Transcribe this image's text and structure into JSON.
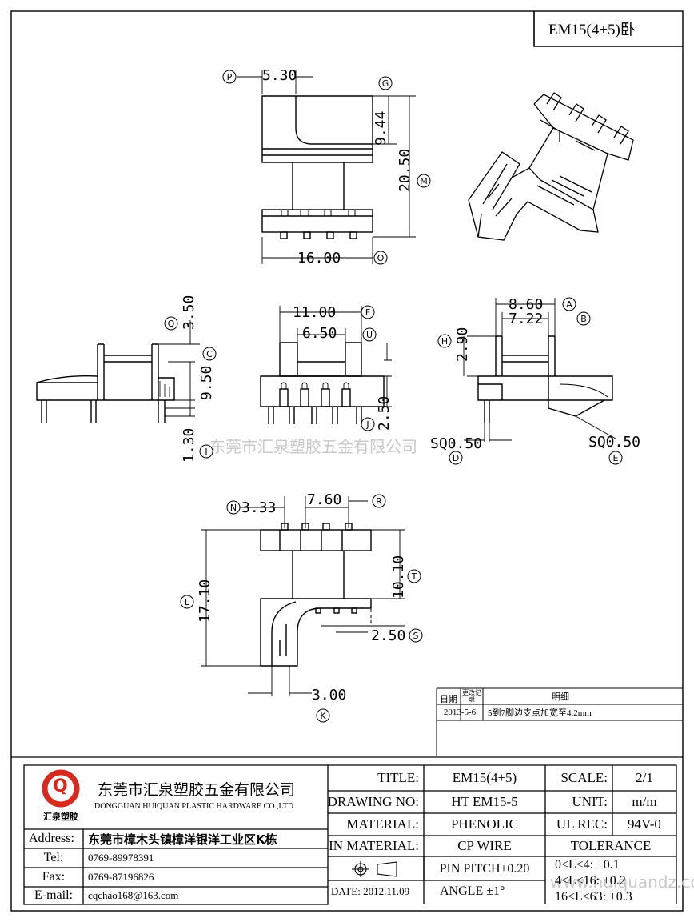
{
  "header": {
    "part_label": "EM15(4+5)卧"
  },
  "dimensions": {
    "top_view": {
      "d_p": "5.30",
      "d_g": "9.44",
      "d_m": "20.50",
      "d_o": "16.00"
    },
    "side_left": {
      "d_q": "3.50",
      "d_c": "9.50",
      "d_i": "1.30"
    },
    "front": {
      "d_f": "11.00",
      "d_u": "6.50",
      "d_j": "2.50"
    },
    "side_right": {
      "d_a": "8.60",
      "d_b": "7.22",
      "d_h": "2.90",
      "d_d": "SQ0.50",
      "d_e": "SQ0.50"
    },
    "bottom": {
      "d_n": "3.33",
      "d_r": "7.60",
      "d_t": "10.10",
      "d_l": "17.10",
      "d_s": "2.50",
      "d_k": "3.00"
    }
  },
  "circle_labels": [
    "P",
    "G",
    "M",
    "O",
    "Q",
    "C",
    "I",
    "F",
    "U",
    "J",
    "A",
    "B",
    "H",
    "D",
    "E",
    "N",
    "R",
    "T",
    "L",
    "S",
    "K"
  ],
  "watermark": {
    "center": "东莞市汇泉塑胶五金有限公司",
    "corner": "www.huiquandz.com"
  },
  "revision": {
    "col_date": "日期",
    "col_code": "更改记录",
    "col_desc": "明细",
    "rows": [
      {
        "date": "2013-5-6",
        "desc": "5到7脚边支点加宽至4.2mm"
      }
    ]
  },
  "company": {
    "logo_letter": "Q",
    "logo_caption": "汇泉塑胶",
    "name_cn": "东莞市汇泉塑胶五金有限公司",
    "name_en": "DONGGUAN HUIQUAN PLASTIC HARDWARE CO.,LTD"
  },
  "contact": {
    "address_label": "Address:",
    "address": "东莞市樟木头镇樟洋银洋工业区K栋",
    "tel_label": "Tel:",
    "tel": "0769-89978391",
    "fax_label": "Fax:",
    "fax": "0769-87196826",
    "email_label": "E-mail:",
    "email": "cqchao168@163.com"
  },
  "title_block": {
    "title_label": "TITLE:",
    "title": "EM15(4+5)",
    "drawing_no_label": "DRAWING NO:",
    "drawing_no": "HT EM15-5",
    "material_label": "MATERIAL:",
    "material": "PHENOLIC",
    "pin_material_label": "PIN MATERIAL:",
    "pin_material": "CP WIRE",
    "date_label": "DATE:",
    "date": "2012.11.09",
    "pin_pitch": "PIN PITCH±0.20",
    "angle": "ANGLE   ±1°",
    "scale_label": "SCALE:",
    "scale": "2/1",
    "unit_label": "UNIT:",
    "unit": "m/m",
    "ul_label": "UL REC:",
    "ul": "94V-0",
    "tolerance_label": "TOLERANCE",
    "tolerances": [
      "0<L≤4:   ±0.1",
      "4<L≤16:  ±0.2",
      "16<L≤63: ±0.3"
    ]
  }
}
